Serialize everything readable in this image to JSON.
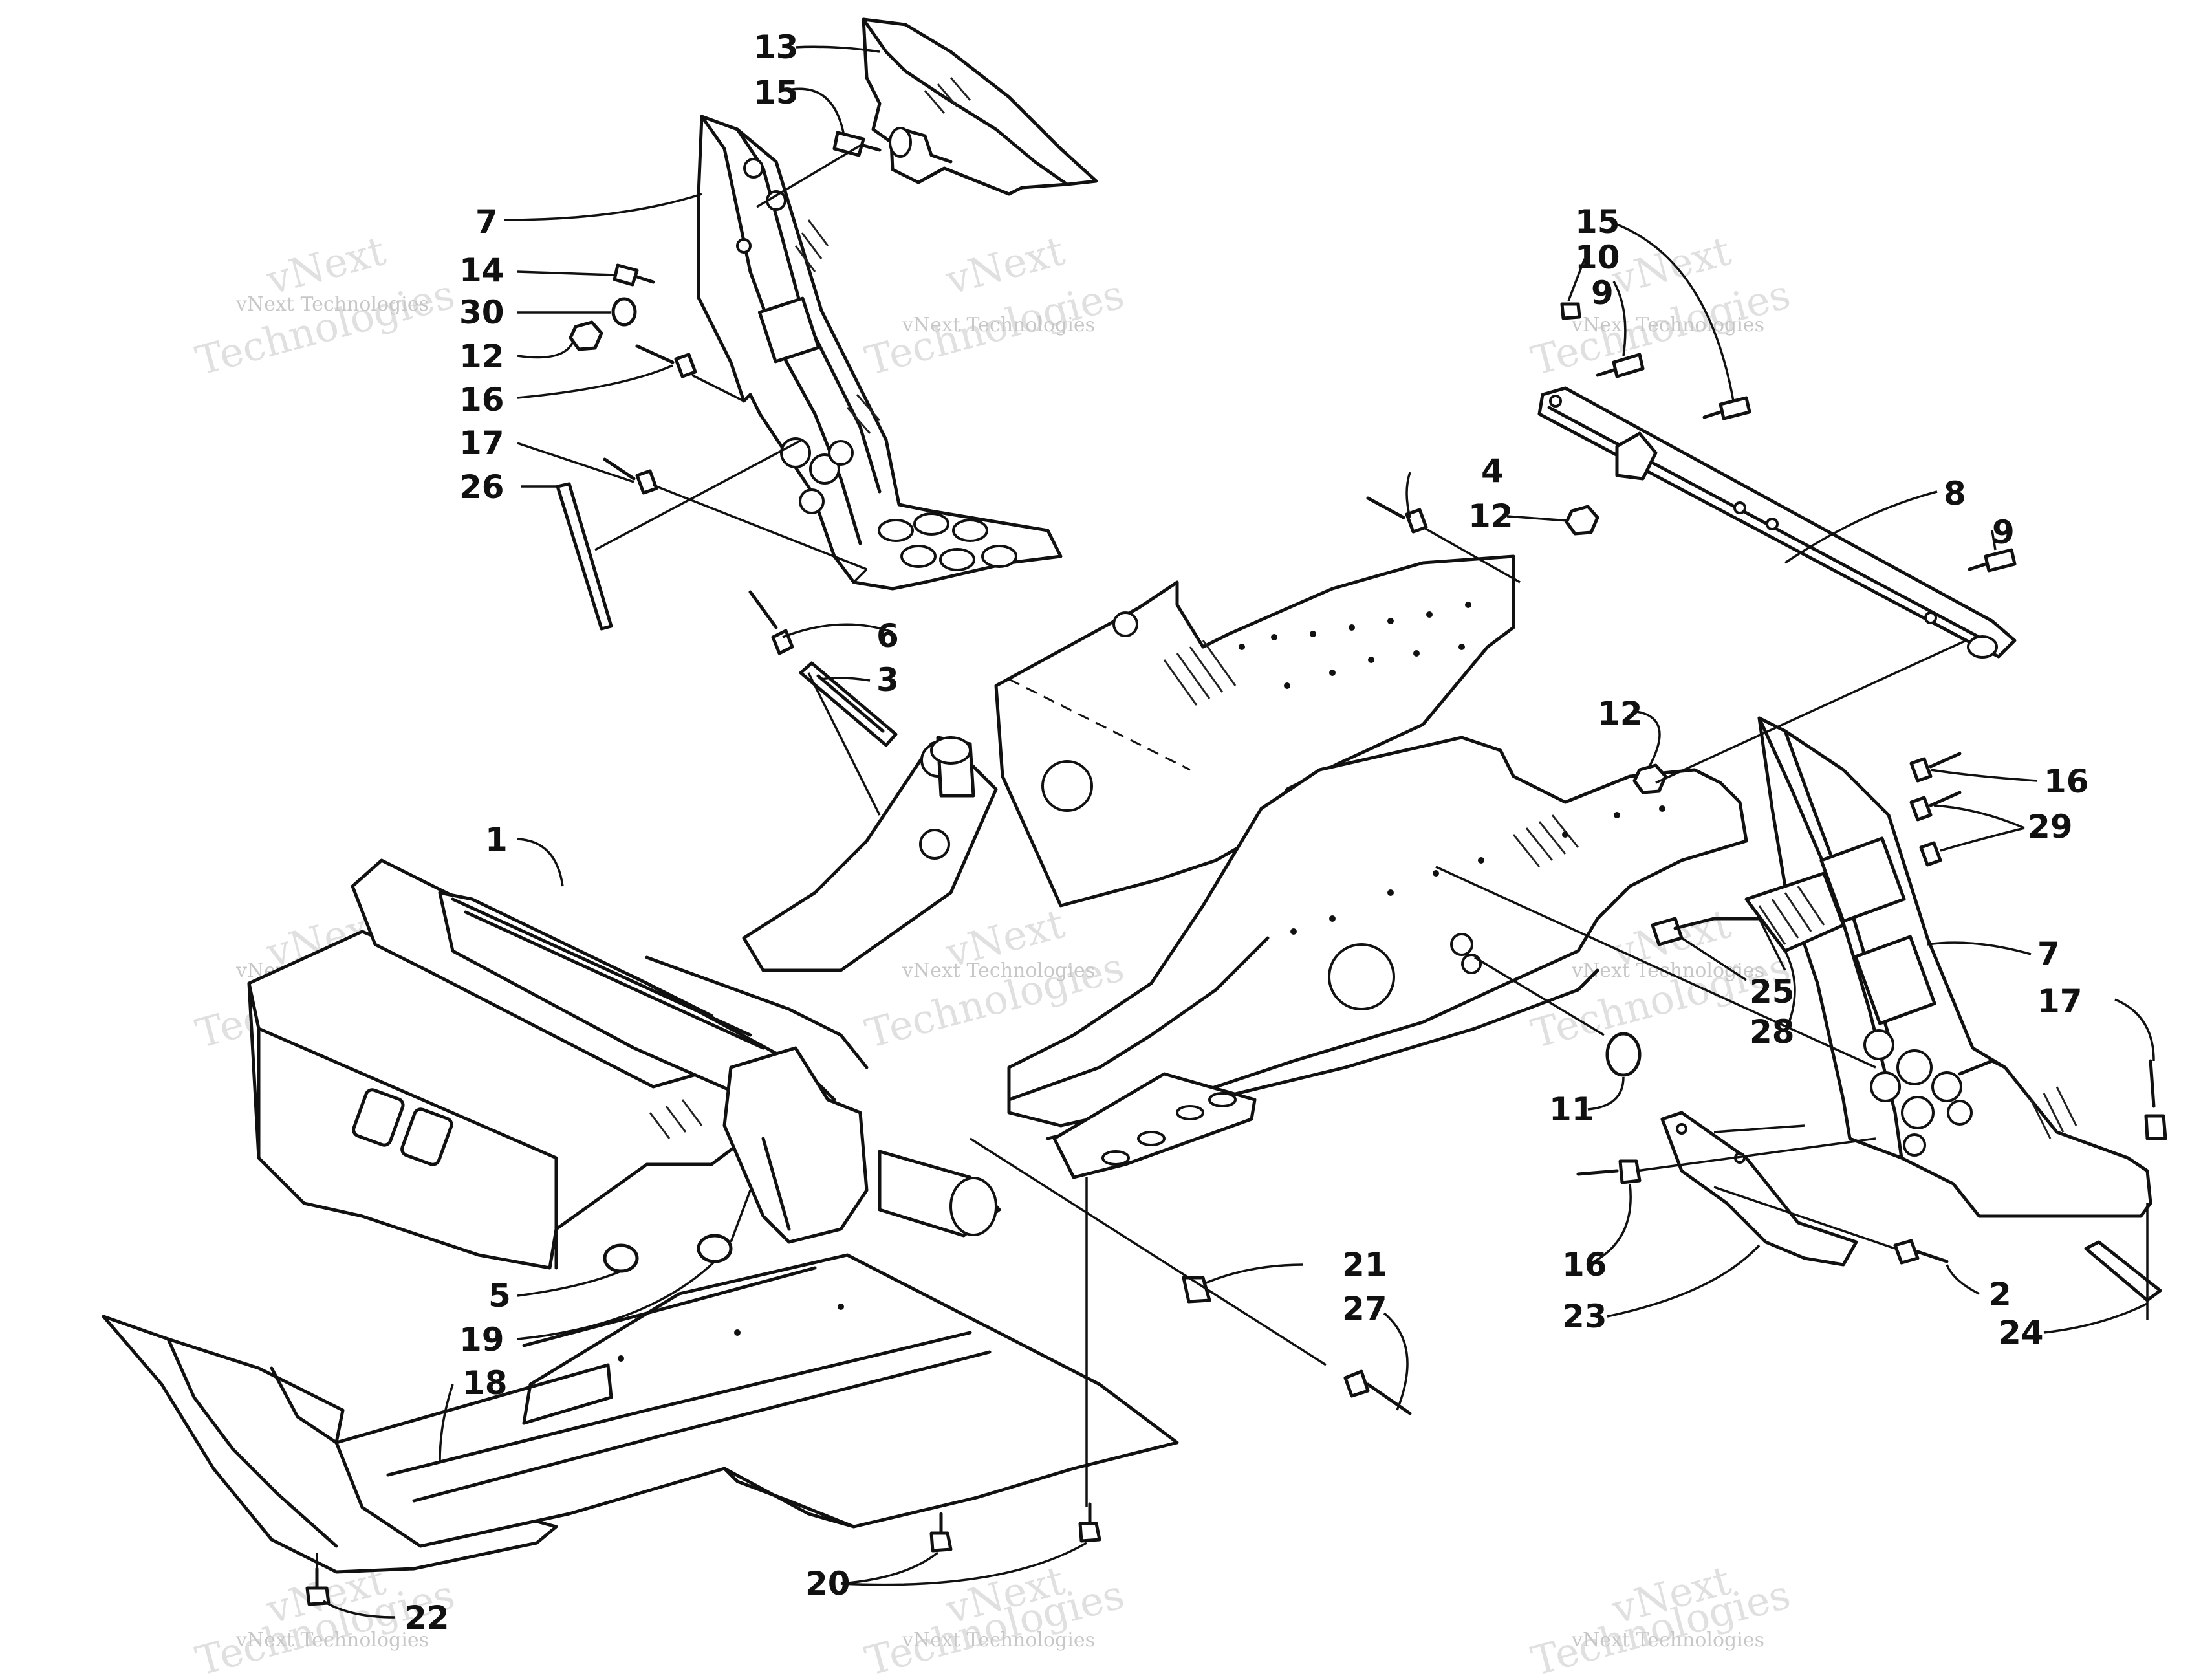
{
  "callouts": [
    {
      "num": "13"
    },
    {
      "num": "15"
    },
    {
      "num": "7"
    },
    {
      "num": "14"
    },
    {
      "num": "30"
    },
    {
      "num": "12"
    },
    {
      "num": "16"
    },
    {
      "num": "17"
    },
    {
      "num": "26"
    },
    {
      "num": "6"
    },
    {
      "num": "3"
    },
    {
      "num": "4"
    },
    {
      "num": "12"
    },
    {
      "num": "15"
    },
    {
      "num": "10"
    },
    {
      "num": "9"
    },
    {
      "num": "8"
    },
    {
      "num": "9"
    },
    {
      "num": "12"
    },
    {
      "num": "16"
    },
    {
      "num": "29"
    },
    {
      "num": "1"
    },
    {
      "num": "7"
    },
    {
      "num": "25"
    },
    {
      "num": "28"
    },
    {
      "num": "17"
    },
    {
      "num": "11"
    },
    {
      "num": "5"
    },
    {
      "num": "19"
    },
    {
      "num": "21"
    },
    {
      "num": "27"
    },
    {
      "num": "16"
    },
    {
      "num": "23"
    },
    {
      "num": "2"
    },
    {
      "num": "24"
    },
    {
      "num": "18"
    },
    {
      "num": "20"
    },
    {
      "num": "22"
    }
  ],
  "watermarks": [
    {
      "line1": "vNext",
      "line2": "vNext Technologies",
      "line3": "Technologies"
    },
    {
      "line1": "vNext",
      "line2": "vNext Technologies",
      "line3": "Technologies"
    },
    {
      "line1": "vNext",
      "line2": "vNext Technologies",
      "line3": "Technologies"
    },
    {
      "line1": "vNext",
      "line2": "vNext Technologies",
      "line3": "Technologies"
    },
    {
      "line1": "vNext",
      "line2": "vNext Technologies",
      "line3": "Technologies"
    },
    {
      "line1": "vNext",
      "line2": "vNext Technologies",
      "line3": "Technologies"
    },
    {
      "line1": "vNext",
      "line2": "vNext Technologies",
      "line3": "Technologies"
    },
    {
      "line1": "vNext",
      "line2": "vNext Technologies",
      "line3": "Technologies"
    },
    {
      "line1": "vNext",
      "line2": "vNext Technologies",
      "line3": "Technologies"
    }
  ]
}
